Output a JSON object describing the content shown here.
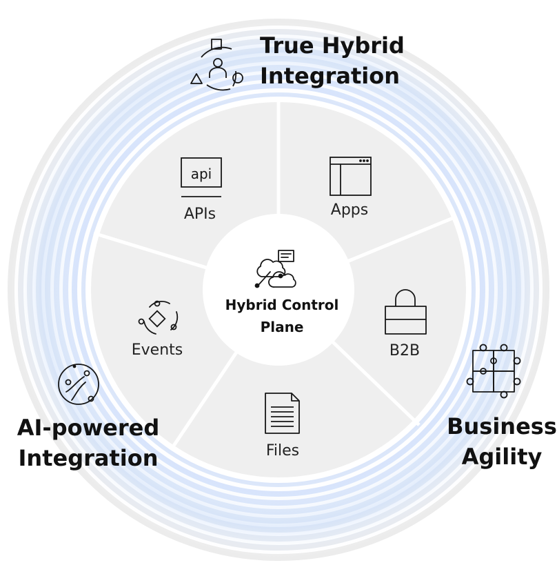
{
  "center": {
    "line1": "Hybrid Control",
    "line2": "Plane",
    "icon": "hybrid-cloud-icon"
  },
  "segments": [
    {
      "label": "APIs",
      "icon": "api-icon",
      "icon_text": "api"
    },
    {
      "label": "Apps",
      "icon": "app-window-icon"
    },
    {
      "label": "B2B",
      "icon": "b2b-bag-icon"
    },
    {
      "label": "Files",
      "icon": "file-document-icon"
    },
    {
      "label": "Events",
      "icon": "events-icon"
    }
  ],
  "pillars": {
    "top": {
      "line1": "True Hybrid",
      "line2": "Integration",
      "icon": "hybrid-integration-icon"
    },
    "left": {
      "line1": "AI-powered",
      "line2": "Integration",
      "icon": "ai-integration-icon"
    },
    "right": {
      "line1": "Business",
      "line2": "Agility",
      "icon": "puzzle-icon"
    }
  },
  "colors": {
    "ring": "#d9e6f7",
    "wedge": "#efefef",
    "divider": "#ffffff",
    "ink": "#161616"
  }
}
